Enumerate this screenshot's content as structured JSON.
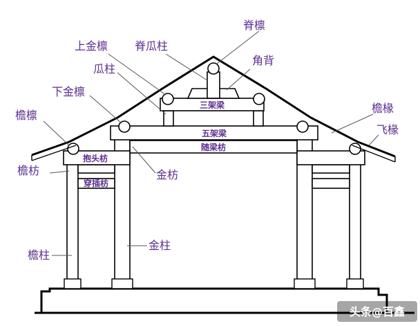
{
  "labels": {
    "ji_lin": "脊檩",
    "shang_jin_lin": "上金檩",
    "ji_gua_zhu": "脊瓜柱",
    "jiao_bei": "角背",
    "gua_zhu": "瓜柱",
    "xia_jin_lin": "下金檩",
    "yan_chuan": "檐椽",
    "yan_lin": "檐檩",
    "fei_chuan": "飞椽",
    "jin_fang": "金枋",
    "yan_fang": "檐枋",
    "jin_zhu": "金柱",
    "yan_zhu": "檐柱"
  },
  "inner": {
    "san_jia_liang": "三架梁",
    "wu_jia_liang": "五架梁",
    "sui_liang_fang": "随梁枋",
    "bao_tou_fang": "抱头枋",
    "chuan_cha_fang": "穿插枋"
  },
  "watermark": "头条@百鑫"
}
